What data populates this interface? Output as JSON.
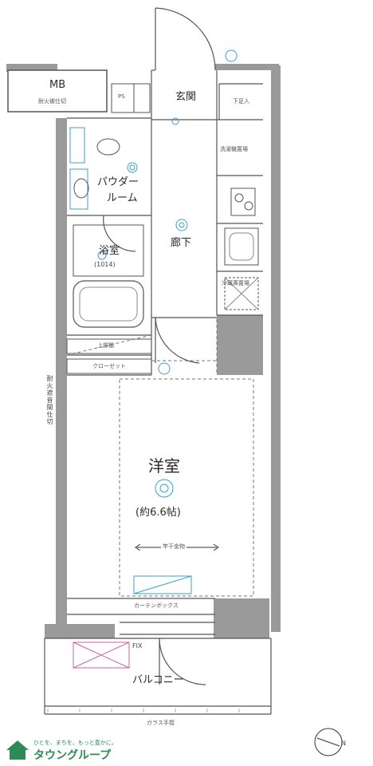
{
  "rooms": {
    "mb": "MB",
    "mb_sub": "耐火被仕切",
    "ps": "PS",
    "entrance": "玄関",
    "shoe_box": "下足入",
    "washer": "洗濯機置場",
    "powder_l1": "パウダー",
    "powder_l2": "ルーム",
    "bath_l1": "浴室",
    "bath_l2": "(1014)",
    "hall": "廊下",
    "fridge": "冷蔵庫置場",
    "upper_shelf": "上部棚",
    "closet": "クローゼット",
    "fire_partition": "耐火遮音間仕切",
    "western": "洋室",
    "western_size": "(約6.6帖)",
    "ceiling_anchor": "竿干金物",
    "curtain_box": "カーテンボックス",
    "fix": "FIX",
    "balcony": "バルコニー",
    "glass_rail": "ガラス手摺",
    "north": "N"
  },
  "brand": {
    "slogan": "ひとを、まちを、もっと豊かに。",
    "name": "タウングループ",
    "logo_color": "#2e8b57"
  },
  "colors": {
    "wall": "#9a9a9a",
    "line": "#555555",
    "fixture_blue": "#3a9fd0",
    "pink": "#d060a0"
  }
}
